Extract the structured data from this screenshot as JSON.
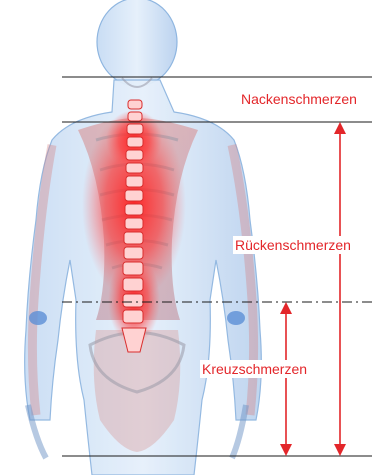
{
  "labels": {
    "neck": "Nackenschmerzen",
    "back": "Rückenschmerzen",
    "lower_back": "Kreuzschmerzen"
  },
  "colors": {
    "annotation": "#e3262a",
    "reference_line": "#1a1a1a",
    "body_outline": "#7fb3e6",
    "pain_highlight": "#ff2a2a"
  },
  "figure": {
    "subject": "back-view-skeleton-figure"
  }
}
